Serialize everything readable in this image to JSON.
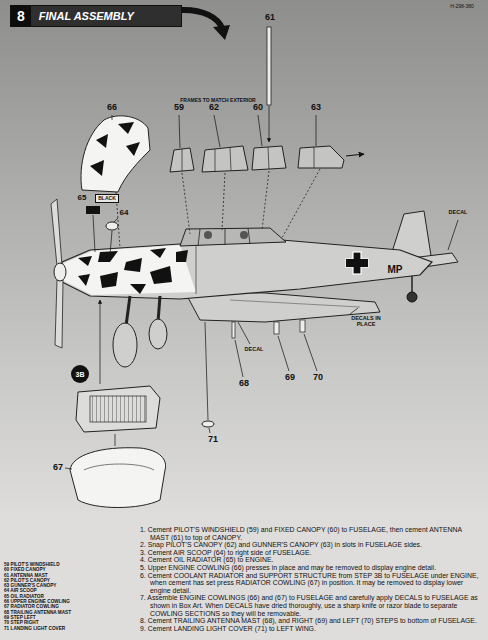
{
  "diagram": {
    "nodes": [
      {
        "text": [
          "8",
          "FINAL ASSEMBLY"
        ]
      },
      {
        "text": [
          "BLACK"
        ]
      },
      {
        "text": [
          "3B"
        ]
      }
    ],
    "labels": [
      "H-298-380",
      "61",
      "FRAMES TO MATCH EXTERIOR",
      "66",
      "59",
      "62",
      "60",
      "63",
      "65",
      "64",
      "DECAL",
      "MP",
      "DECALS IN PLACE",
      "DECAL",
      "68",
      "69",
      "70",
      "71",
      "67",
      "1. Cement PILOT'S WINDSHIELD (59) and FIXED CANOPY (60) to FUSELAGE, then cement ANTENNA MAST (61) to top of CANOPY.",
      "2. Snap PILOT'S CANOPY (62) and GUNNER'S CANOPY (63) in slots in FUSELAGE sides.",
      "3. Cement AIR SCOOP (64) to right side of FUSELAGE.",
      "4. Cement OIL RADIATOR (65) to ENGINE.",
      "5. Upper ENGINE COWLING (66) presses in place and may be removed to display engine detail.",
      "6. Cement COOLANT RADIATOR and SUPPORT STRUCTURE from STEP 3B to FUSELAGE under ENGINE, when cement has set press RADIATOR COWLING (67) in position. It may be removed to display lower engine detail.",
      "7. Assemble ENGINE COWLINGS (66) and (67) to FUSELAGE and carefully apply DECALS to FUSELAGE as shown in Box Art. When DECALS have dried thoroughly, use a sharp knife or razor blade to separate COWLING SECTIONS so they will be removable.",
      "8. Cement TRAILING ANTENNA MAST (68), and RIGHT (69) and LEFT (70) STEPS to bottom of FUSELAGE.",
      "9. Cement LANDING LIGHT COVER (71) to LEFT WING.",
      "59 PILOT'S WINDSHIELD",
      "60 FIXED CANOPY",
      "61 ANTENNA MAST",
      "62 PILOT'S CANOPY",
      "63 GUNNER'S CANOPY",
      "64 AIR SCOOP",
      "65 OIL RADIATOR",
      "66 UPPER ENGINE COWLING",
      "67 RADIATOR COWLING",
      "68 TRAILING ANTENNA MAST",
      "69 STEP LEFT",
      "70 STEP RIGHT",
      "71 LANDING LIGHT COVER"
    ]
  }
}
